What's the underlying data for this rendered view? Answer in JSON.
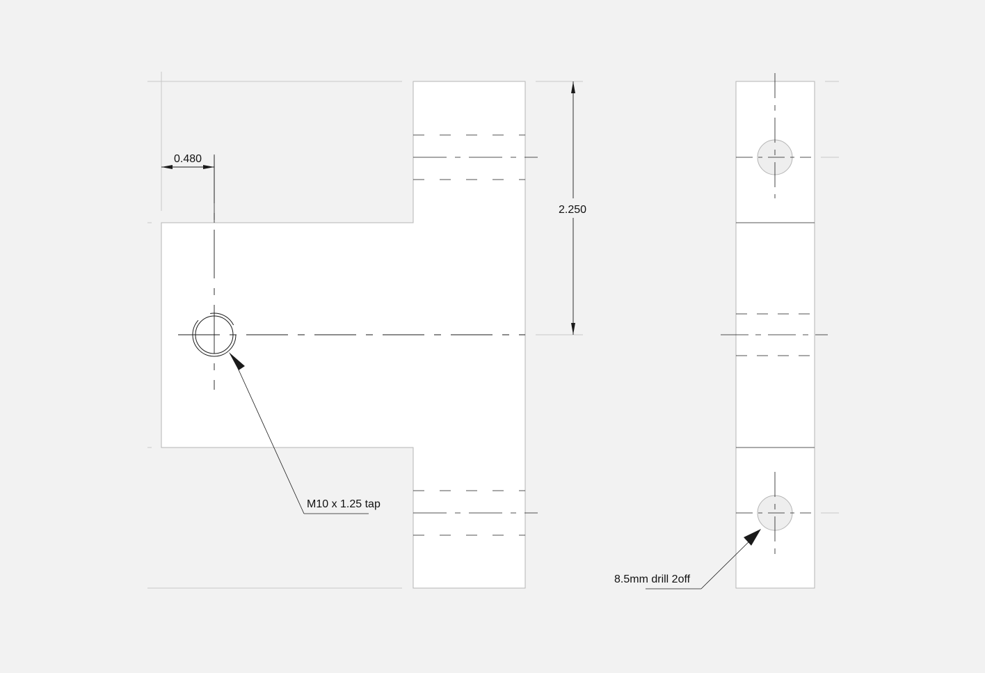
{
  "drawing": {
    "background": "#f2f2f2",
    "part_fill": "#ffffff",
    "line_color": "#1a1a1a",
    "thin_line_color": "#b4b4b4",
    "hole_fill": "#eeeeee",
    "dimensions": {
      "horizontal": "0.480",
      "vertical": "2.250"
    },
    "callouts": {
      "tap": "M10 x 1.25 tap",
      "drill": "8.5mm drill 2off"
    }
  }
}
